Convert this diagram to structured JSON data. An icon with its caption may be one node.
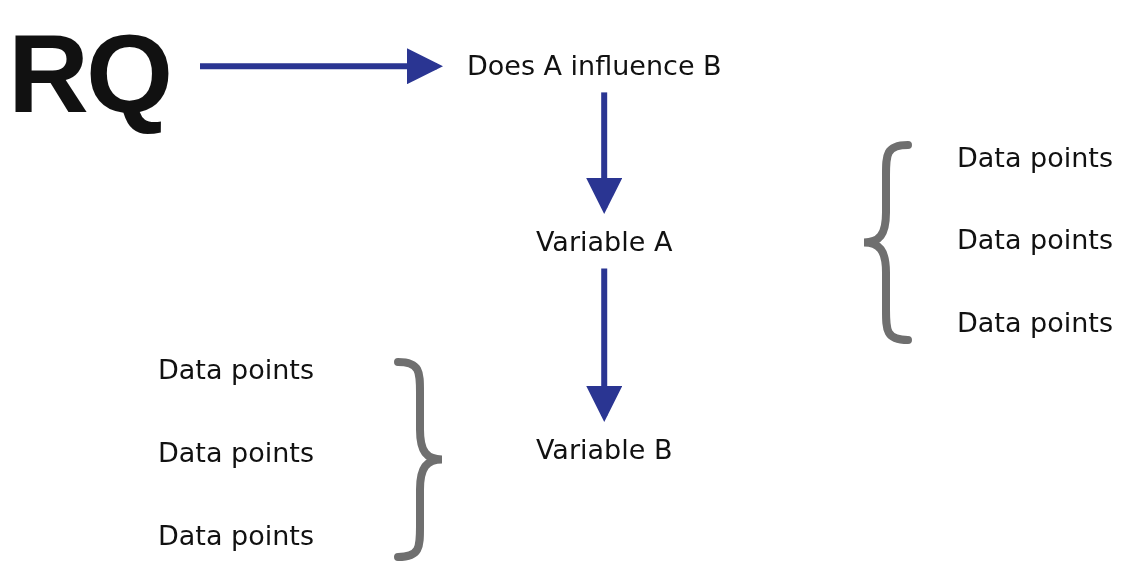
{
  "diagram": {
    "nodes": [
      {
        "text": [
          "RQ"
        ]
      },
      {
        "text": [
          "Does A influence B"
        ]
      },
      {
        "text": [
          "Variable A"
        ]
      },
      {
        "text": [
          "Variable B"
        ]
      }
    ],
    "edges": [
      {
        "from": 0,
        "to": 1,
        "arrow": "to"
      },
      {
        "from": 1,
        "to": 2,
        "arrow": "to"
      },
      {
        "from": 2,
        "to": 3,
        "arrow": "to"
      }
    ],
    "labels": [
      "Data points",
      "Data points",
      "Data points",
      "Data points",
      "Data points",
      "Data points"
    ]
  }
}
